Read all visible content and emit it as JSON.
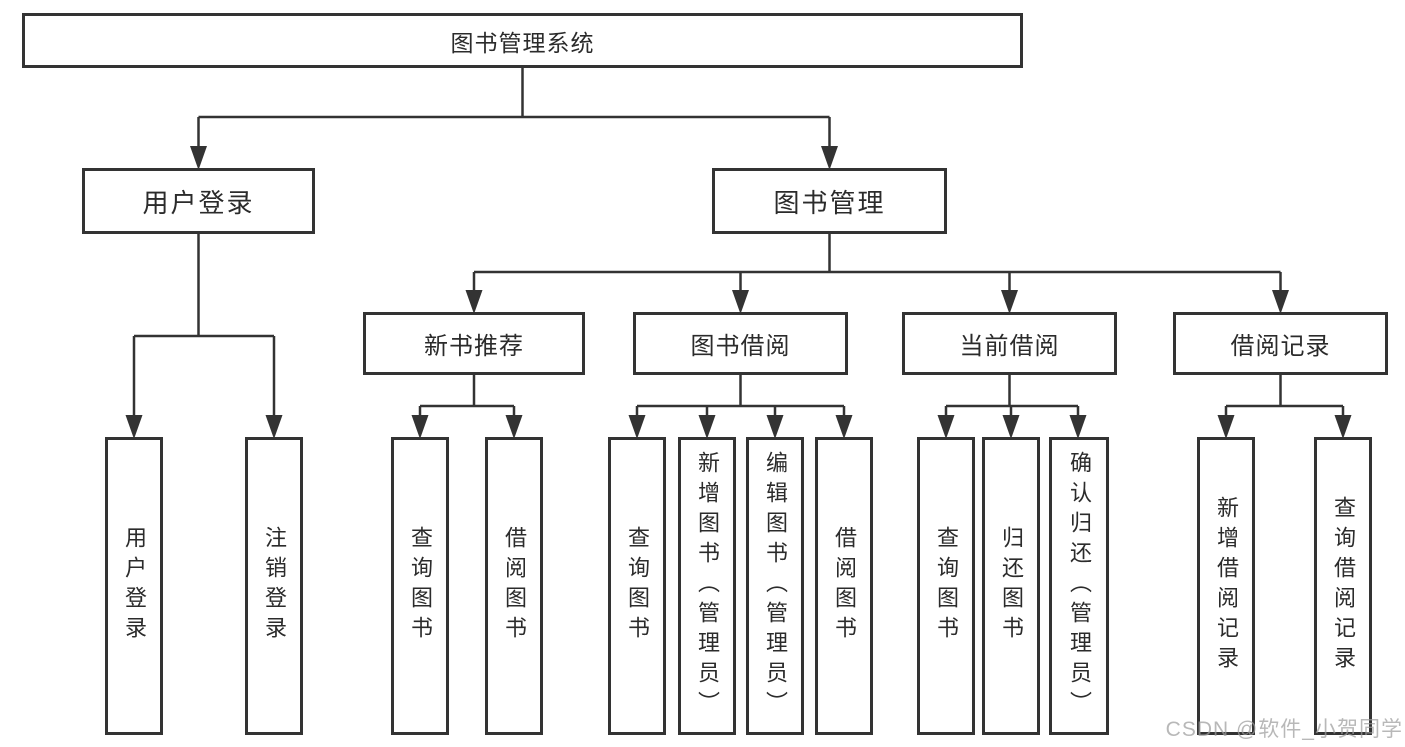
{
  "diagram": {
    "root": {
      "label": "图书管理系统"
    },
    "user_login": {
      "label": "用户登录",
      "children": [
        {
          "label": "用户登录"
        },
        {
          "label": "注销登录"
        }
      ]
    },
    "book_management": {
      "label": "图书管理",
      "children": [
        {
          "label": "新书推荐",
          "children": [
            {
              "label": "查询图书"
            },
            {
              "label": "借阅图书"
            }
          ]
        },
        {
          "label": "图书借阅",
          "children": [
            {
              "label": "查询图书"
            },
            {
              "label": "新增图书（管理员）"
            },
            {
              "label": "编辑图书（管理员）"
            },
            {
              "label": "借阅图书"
            }
          ]
        },
        {
          "label": "当前借阅",
          "children": [
            {
              "label": "查询图书"
            },
            {
              "label": "归还图书"
            },
            {
              "label": "确认归还（管理员）"
            }
          ]
        },
        {
          "label": "借阅记录",
          "children": [
            {
              "label": "新增借阅记录"
            },
            {
              "label": "查询借阅记录"
            }
          ]
        }
      ]
    }
  },
  "watermark": "CSDN @软件_小贺同学",
  "colors": {
    "line": "#333333",
    "box_border": "#333333",
    "text": "#2b2b2b",
    "watermark": "#9e9e9e",
    "background": "#ffffff"
  }
}
